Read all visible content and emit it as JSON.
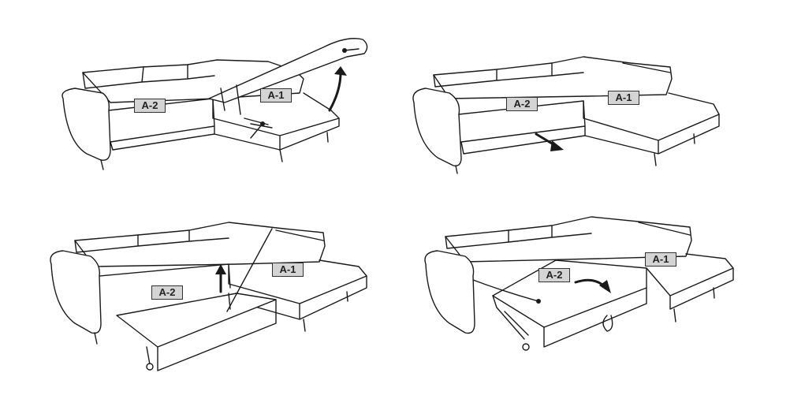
{
  "panels": [
    {
      "step": "open-chaise-storage",
      "labels": {
        "a1": "A-1",
        "a2": "A-2"
      }
    },
    {
      "step": "pull-out-seat",
      "labels": {
        "a1": "A-1",
        "a2": "A-2"
      }
    },
    {
      "step": "lift-bed-frame",
      "labels": {
        "a1": "A-1",
        "a2": "A-2"
      }
    },
    {
      "step": "unfold-bed",
      "labels": {
        "a1": "A-1",
        "a2": "A-2"
      }
    }
  ],
  "colors": {
    "line": "#1a1a1a",
    "label_bg": "#d4d4d4"
  }
}
